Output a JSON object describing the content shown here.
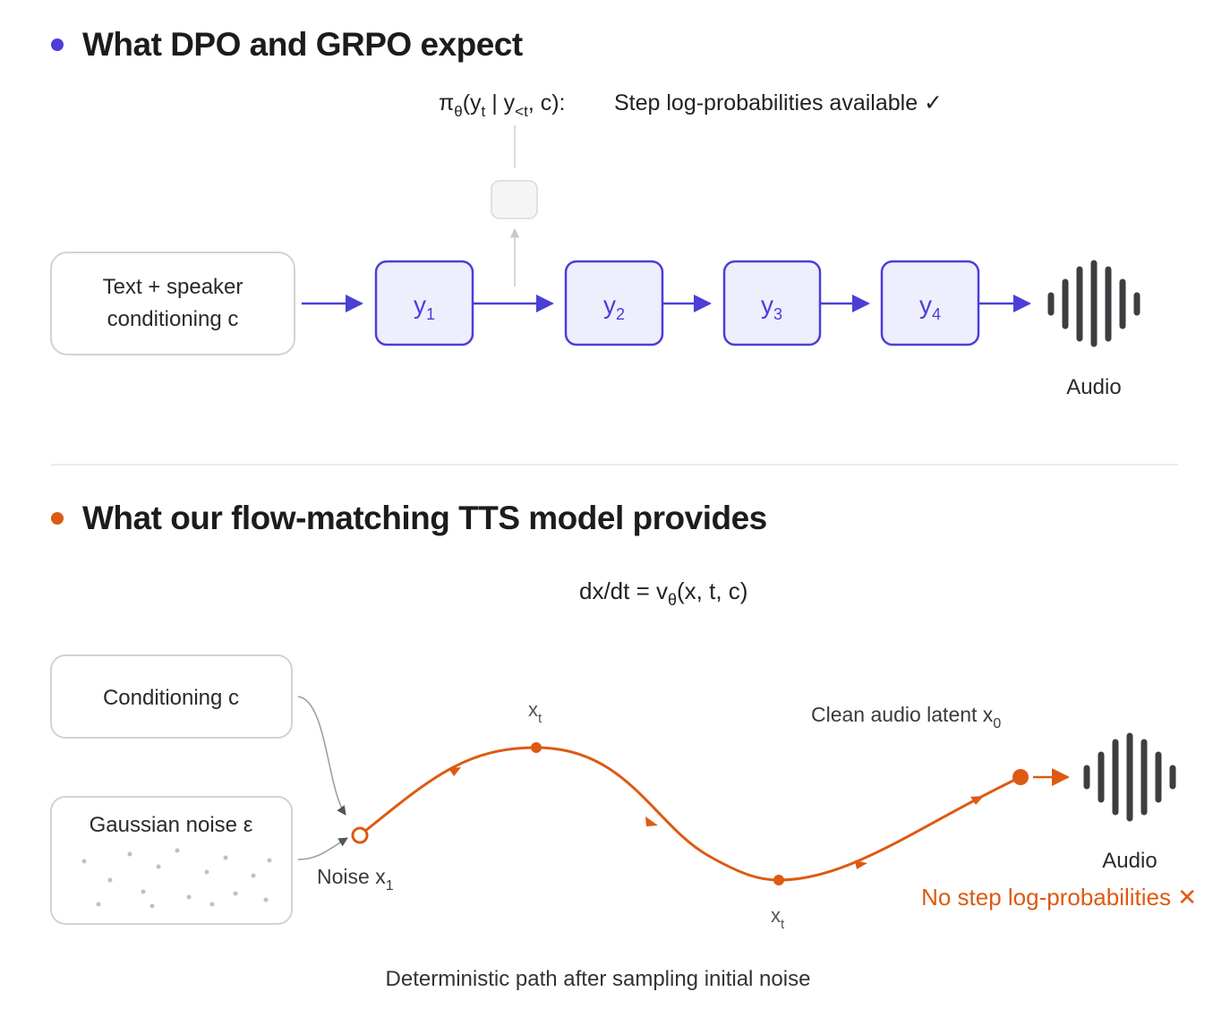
{
  "section_top": {
    "heading": "What DPO and GRPO expect",
    "accent_color": "#4a3fd6",
    "formula": {
      "pi": "π",
      "pi_sub": "θ",
      "open": "(y",
      "y_sub": "t",
      "bar": " | y",
      "lt_sub": "<t",
      "tail": ", c):",
      "status": "Step log-probabilities available ✓"
    },
    "input_box": {
      "line1": "Text + speaker",
      "line2": "conditioning c"
    },
    "tokens": [
      {
        "base": "y",
        "sub": "1"
      },
      {
        "base": "y",
        "sub": "2"
      },
      {
        "base": "y",
        "sub": "3"
      },
      {
        "base": "y",
        "sub": "4"
      }
    ],
    "output_label": "Audio",
    "waveform_icon": "audio-waveform-icon"
  },
  "section_bottom": {
    "heading": "What our flow-matching TTS model provides",
    "accent_color": "#dd5a12",
    "ode": {
      "left": "dx/dt = v",
      "sub": "θ",
      "right": "(x, t, c)"
    },
    "conditioning_box": "Conditioning c",
    "noise_box": "Gaussian noise ε",
    "noise_label": {
      "base": "Noise x",
      "sub": "1"
    },
    "xt_top": {
      "base": "x",
      "sub": "t"
    },
    "xt_bottom": {
      "base": "x",
      "sub": "t"
    },
    "clean_label": {
      "base": "Clean audio latent x",
      "sub": "0"
    },
    "output_label": "Audio",
    "warning": "No step log-probabilities ✕",
    "caption": "Deterministic path after sampling initial noise",
    "waveform_icon": "audio-waveform-icon"
  }
}
